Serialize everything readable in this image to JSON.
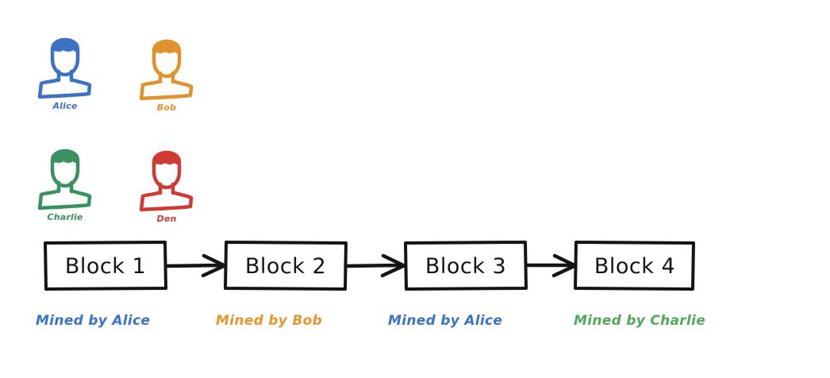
{
  "diagram": {
    "title": "Blockchain mined-by diagram",
    "background": "#ffffff"
  },
  "palette": {
    "alice_blue": "#3b72c4",
    "bob_orange": "#e0922f",
    "charlie_green": "#3a9160",
    "den_red": "#d03a34",
    "caption_blue": "#3b72c8",
    "caption_orange": "#e8952e",
    "caption_green": "#52a85a",
    "block_stroke": "#141414",
    "block_fill": "#ffffff"
  },
  "participants": [
    {
      "name": "Alice",
      "color": "#3b72c4",
      "icon": "person-avatar-icon"
    },
    {
      "name": "Bob",
      "color": "#e0922f",
      "icon": "person-avatar-icon"
    },
    {
      "name": "Charlie",
      "color": "#3a9160",
      "icon": "person-avatar-icon"
    },
    {
      "name": "Den",
      "color": "#d03a34",
      "icon": "person-avatar-icon"
    }
  ],
  "chain": {
    "blocks": [
      {
        "label": "Block 1"
      },
      {
        "label": "Block 2"
      },
      {
        "label": "Block 3"
      },
      {
        "label": "Block 4"
      }
    ],
    "arrows": [
      {
        "icon": "arrow-right-icon"
      },
      {
        "icon": "arrow-right-icon"
      },
      {
        "icon": "arrow-right-icon"
      }
    ]
  },
  "captions": [
    {
      "text": "Mined by Alice",
      "color": "#3b72c8"
    },
    {
      "text": "Mined by Bob",
      "color": "#e8952e"
    },
    {
      "text": "Mined by Alice",
      "color": "#3b72c8"
    },
    {
      "text": "Mined by Charlie",
      "color": "#52a85a"
    }
  ]
}
